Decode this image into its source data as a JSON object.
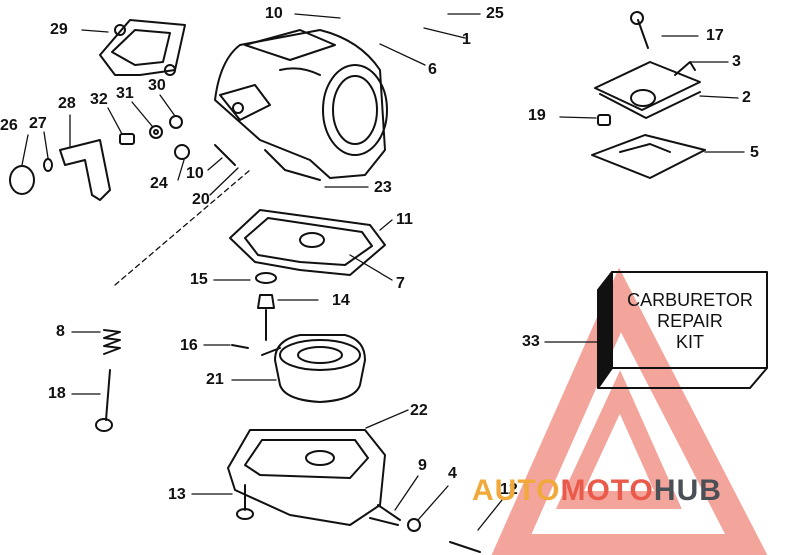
{
  "diagram": {
    "kit_label": [
      "CARBURETOR",
      "REPAIR",
      "KIT"
    ],
    "callouts": [
      "1",
      "2",
      "3",
      "4",
      "5",
      "7",
      "8",
      "9",
      "10",
      "10",
      "11",
      "12",
      "13",
      "14",
      "15",
      "16",
      "17",
      "18",
      "19",
      "20",
      "21",
      "22",
      "23",
      "24",
      "25",
      "26",
      "27",
      "28",
      "29",
      "30",
      "31",
      "32",
      "33",
      "6"
    ],
    "watermark": {
      "part1": "AUTO",
      "part2": "MOTO",
      "part3": "HUB"
    },
    "colors": {
      "line": "#111111",
      "watermark_red": "#ea5a4a",
      "watermark_orange": "#f2a93b",
      "watermark_gray": "#4b4f56"
    }
  }
}
